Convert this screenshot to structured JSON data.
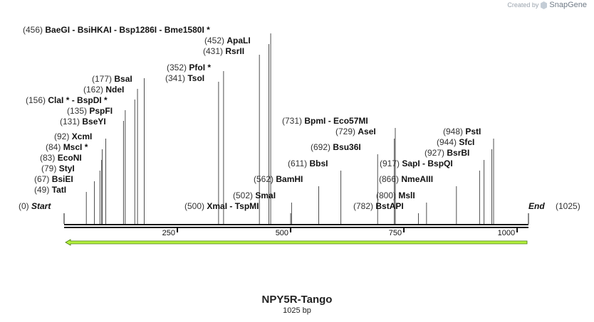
{
  "credit": {
    "prefix": "Created by",
    "brand": "SnapGene"
  },
  "title": "NPY5R-Tango",
  "length_label": "1025 bp",
  "sequence_length": 1025,
  "colors": {
    "feature_arrow": "#b3f03c",
    "feature_outline": "#4a7a12",
    "backbone": "#111111",
    "text": "#111111",
    "position": "#333333"
  },
  "ends": {
    "start": {
      "pos": "(0)",
      "label": "Start"
    },
    "end": {
      "pos": "(1025)",
      "label": "End"
    }
  },
  "ticks": [
    "250",
    "500",
    "750",
    "1000"
  ],
  "tick_values": [
    250,
    500,
    750,
    1000
  ],
  "features": [
    {
      "name": "NPY5R-Tango",
      "start": 1,
      "end": 1025,
      "direction": "reverse"
    }
  ],
  "sites": [
    {
      "pos": "(49)",
      "name": "TatI",
      "site": 49
    },
    {
      "pos": "(67)",
      "name": "BsiEI",
      "site": 67
    },
    {
      "pos": "(79)",
      "name": "StyI",
      "site": 79
    },
    {
      "pos": "(83)",
      "name": "EcoNI",
      "site": 83
    },
    {
      "pos": "(84)",
      "name": "MscI *",
      "site": 84
    },
    {
      "pos": "(92)",
      "name": "XcmI",
      "site": 92
    },
    {
      "pos": "(131)",
      "name": "BseYI",
      "site": 131
    },
    {
      "pos": "(135)",
      "name": "PspFI",
      "site": 135
    },
    {
      "pos": "(156)",
      "name": "ClaI *  - BspDI *",
      "site": 156
    },
    {
      "pos": "(162)",
      "name": "NdeI",
      "site": 162
    },
    {
      "pos": "(177)",
      "name": "BsaI",
      "site": 177
    },
    {
      "pos": "(456)",
      "name": "BaeGI  - BsiHKAI  - Bsp1286I  - Bme1580I *",
      "site": 456
    },
    {
      "pos": "(452)",
      "name": "ApaLI",
      "site": 452
    },
    {
      "pos": "(431)",
      "name": "RsrII",
      "site": 431
    },
    {
      "pos": "(352)",
      "name": "PfoI *",
      "site": 352
    },
    {
      "pos": "(341)",
      "name": "TsoI",
      "site": 341
    },
    {
      "pos": "(500)",
      "name": "XmaI  - TspMI",
      "site": 500
    },
    {
      "pos": "(502)",
      "name": "SmaI",
      "site": 502
    },
    {
      "pos": "(562)",
      "name": "BamHI",
      "site": 562
    },
    {
      "pos": "(611)",
      "name": "BbsI",
      "site": 611
    },
    {
      "pos": "(692)",
      "name": "Bsu36I",
      "site": 692
    },
    {
      "pos": "(729)",
      "name": "AseI",
      "site": 729
    },
    {
      "pos": "(731)",
      "name": "BpmI  - Eco57MI",
      "site": 731
    },
    {
      "pos": "(782)",
      "name": "BstAPI",
      "site": 782
    },
    {
      "pos": "(800)",
      "name": "MslI",
      "site": 800
    },
    {
      "pos": "(866)",
      "name": "NmeAIII",
      "site": 866
    },
    {
      "pos": "(917)",
      "name": "SapI  - BspQI",
      "site": 917
    },
    {
      "pos": "(927)",
      "name": "BsrBI",
      "site": 927
    },
    {
      "pos": "(944)",
      "name": "SfcI",
      "site": 944
    },
    {
      "pos": "(948)",
      "name": "PstI",
      "site": 948
    }
  ]
}
